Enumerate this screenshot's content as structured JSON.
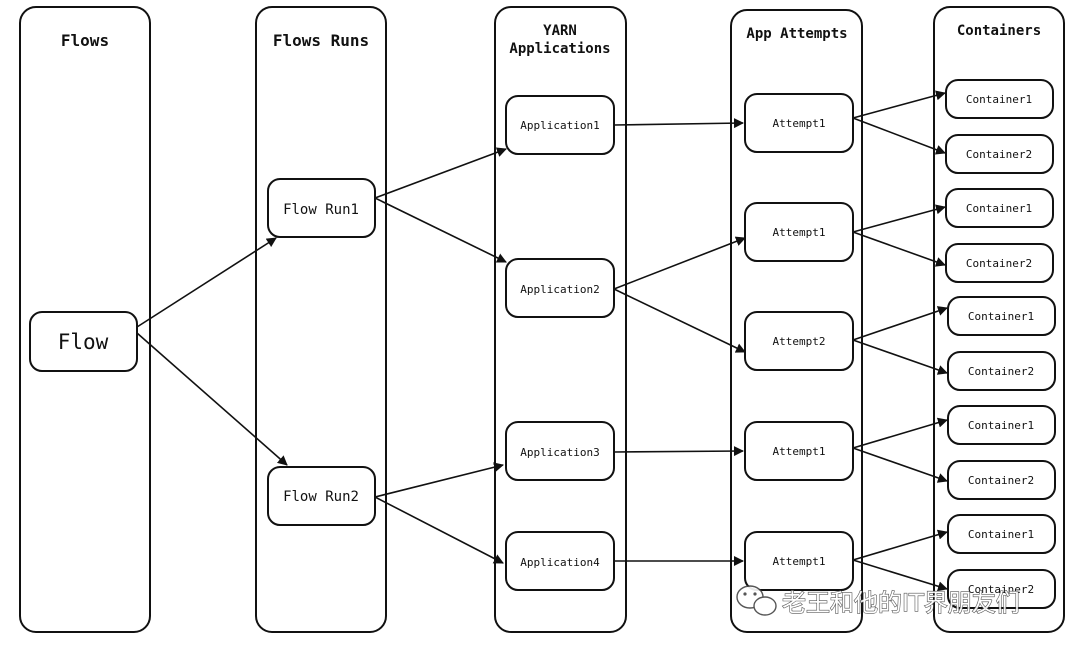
{
  "columns": {
    "flows": "Flows",
    "flows_runs": "Flows Runs",
    "yarn_line1": "YARN",
    "yarn_line2": "Applications",
    "app_attempts": "App Attempts",
    "containers": "Containers"
  },
  "nodes": {
    "flow": "Flow",
    "flow_run1": "Flow Run1",
    "flow_run2": "Flow Run2",
    "application1": "Application1",
    "application2": "Application2",
    "application3": "Application3",
    "application4": "Application4",
    "attempt_a": "Attempt1",
    "attempt_b": "Attempt1",
    "attempt_c": "Attempt2",
    "attempt_d": "Attempt1",
    "attempt_e": "Attempt1",
    "container_1": "Container1",
    "container_2": "Container2",
    "container_3": "Container1",
    "container_4": "Container2",
    "container_5": "Container1",
    "container_6": "Container2",
    "container_7": "Container1",
    "container_8": "Container2",
    "container_9": "Container1",
    "container_10": "Container2"
  },
  "watermark": {
    "icon": "wechat-icon",
    "text": "老王和他的IT界朋友们"
  }
}
